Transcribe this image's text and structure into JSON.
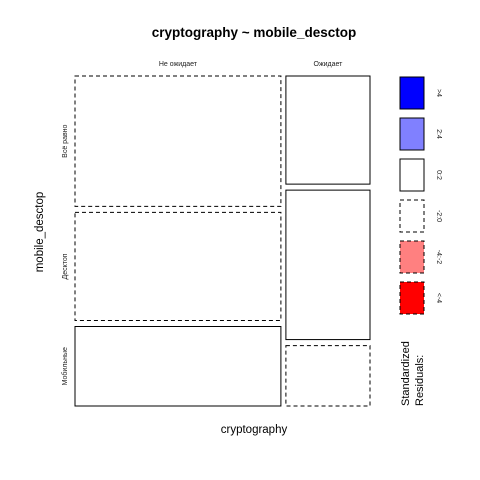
{
  "chart_data": {
    "type": "mosaic",
    "title": "cryptography ~ mobile_desctop",
    "xlabel": "cryptography",
    "ylabel": "mobile_desctop",
    "x_levels": [
      "Не ожидает",
      "Ожидает"
    ],
    "y_levels": [
      "Всё равно",
      "Десктоп",
      "Мобильные"
    ],
    "cells": [
      {
        "x": "Не ожидает",
        "y": "Всё равно",
        "proportion": 0.41,
        "residual_class": "-2:0"
      },
      {
        "x": "Не ожидает",
        "y": "Десктоп",
        "proportion": 0.34,
        "residual_class": "-2:0"
      },
      {
        "x": "Не ожидает",
        "y": "Мобильные",
        "proportion": 0.25,
        "residual_class": "0:2"
      },
      {
        "x": "Ожидает",
        "y": "Всё равно",
        "proportion": 0.34,
        "residual_class": "0:2"
      },
      {
        "x": "Ожидает",
        "y": "Десктоп",
        "proportion": 0.47,
        "residual_class": "0:2"
      },
      {
        "x": "Ожидает",
        "y": "Мобильные",
        "proportion": 0.19,
        "residual_class": "-2:0"
      }
    ],
    "x_share": [
      0.71,
      0.29
    ],
    "legend": {
      "title_line1": "Standardized",
      "title_line2": "Residuals:",
      "items": [
        {
          "label": ">4",
          "fill": "#0000ff",
          "dashed": false
        },
        {
          "label": "2:4",
          "fill": "#8080ff",
          "dashed": false
        },
        {
          "label": "0:2",
          "fill": "#ffffff",
          "dashed": false
        },
        {
          "label": "-2:0",
          "fill": "#ffffff",
          "dashed": true
        },
        {
          "label": "-4:-2",
          "fill": "#ff8080",
          "dashed": true
        },
        {
          "label": "<-4",
          "fill": "#ff0000",
          "dashed": true
        }
      ]
    }
  }
}
